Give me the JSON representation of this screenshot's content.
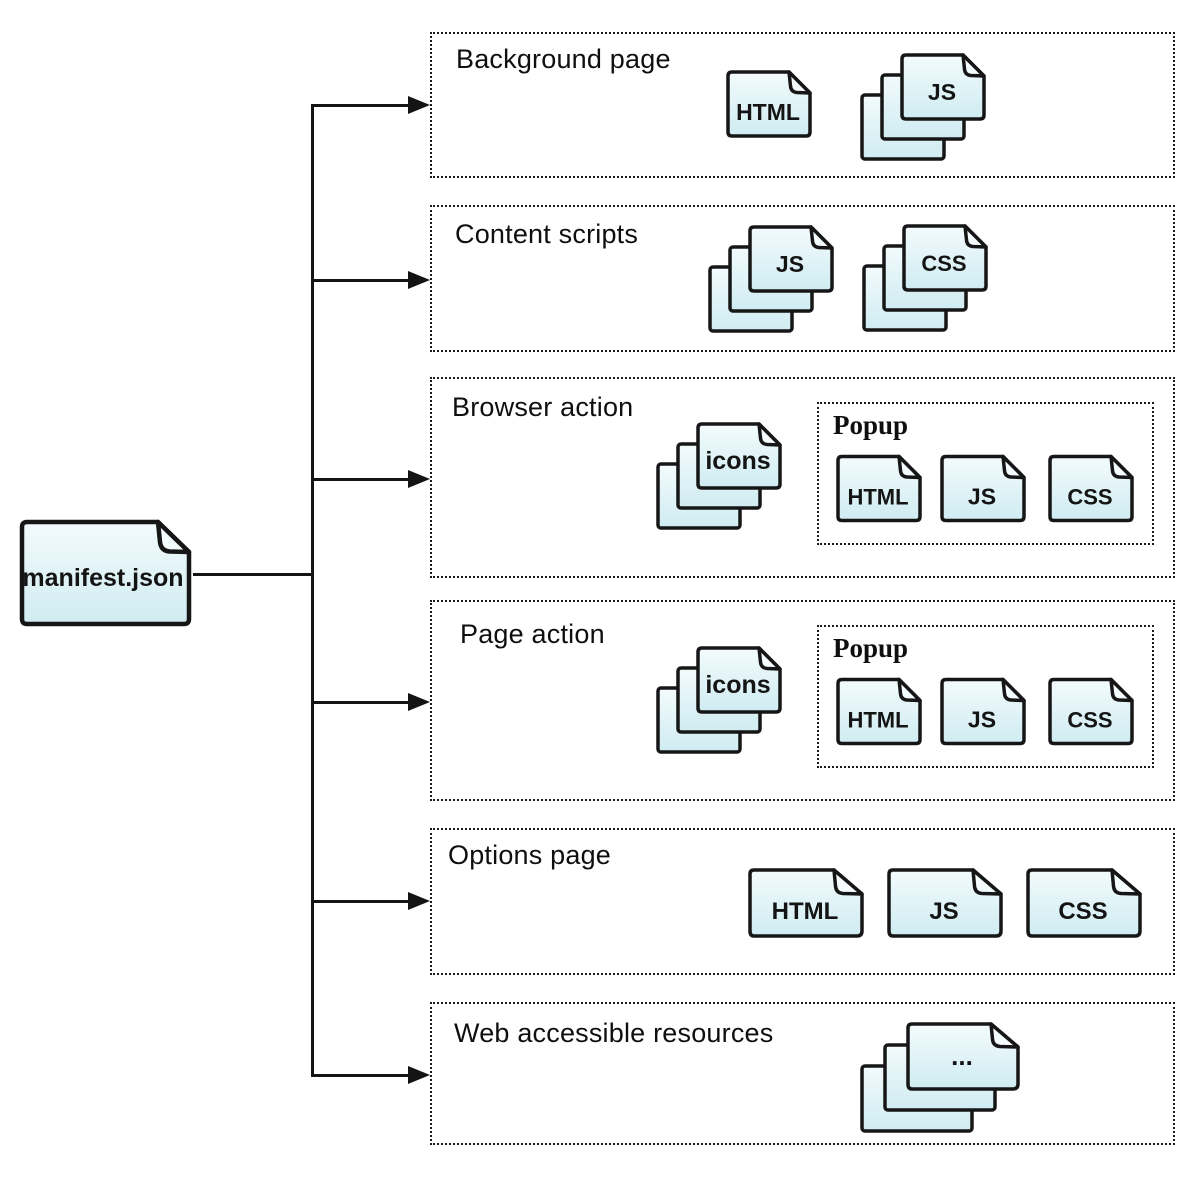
{
  "diagram": {
    "root_file": {
      "label": "manifest.json"
    },
    "boxes": [
      {
        "title": "Background page",
        "files": [
          {
            "icon": "file",
            "label": "HTML"
          },
          {
            "icon": "file-stack",
            "label": "JS"
          }
        ]
      },
      {
        "title": "Content scripts",
        "files": [
          {
            "icon": "file-stack",
            "label": "JS"
          },
          {
            "icon": "file-stack",
            "label": "CSS"
          }
        ]
      },
      {
        "title": "Browser action",
        "files": [
          {
            "icon": "file-stack",
            "label": "icons"
          }
        ],
        "popup": {
          "label": "Popup",
          "files": [
            {
              "icon": "file",
              "label": "HTML"
            },
            {
              "icon": "file",
              "label": "JS"
            },
            {
              "icon": "file",
              "label": "CSS"
            }
          ]
        }
      },
      {
        "title": "Page action",
        "files": [
          {
            "icon": "file-stack",
            "label": "icons"
          }
        ],
        "popup": {
          "label": "Popup",
          "files": [
            {
              "icon": "file",
              "label": "HTML"
            },
            {
              "icon": "file",
              "label": "JS"
            },
            {
              "icon": "file",
              "label": "CSS"
            }
          ]
        }
      },
      {
        "title": "Options page",
        "files": [
          {
            "icon": "file",
            "label": "HTML"
          },
          {
            "icon": "file",
            "label": "JS"
          },
          {
            "icon": "file",
            "label": "CSS"
          }
        ]
      },
      {
        "title": "Web accessible resources",
        "files": [
          {
            "icon": "file-stack",
            "label": "..."
          }
        ]
      }
    ],
    "colors": {
      "paper_top": "#f3fbfc",
      "paper_bottom": "#cfecf2",
      "flap": "#f5fcfd",
      "line": "#141414",
      "text": "#0f0f0f"
    }
  }
}
